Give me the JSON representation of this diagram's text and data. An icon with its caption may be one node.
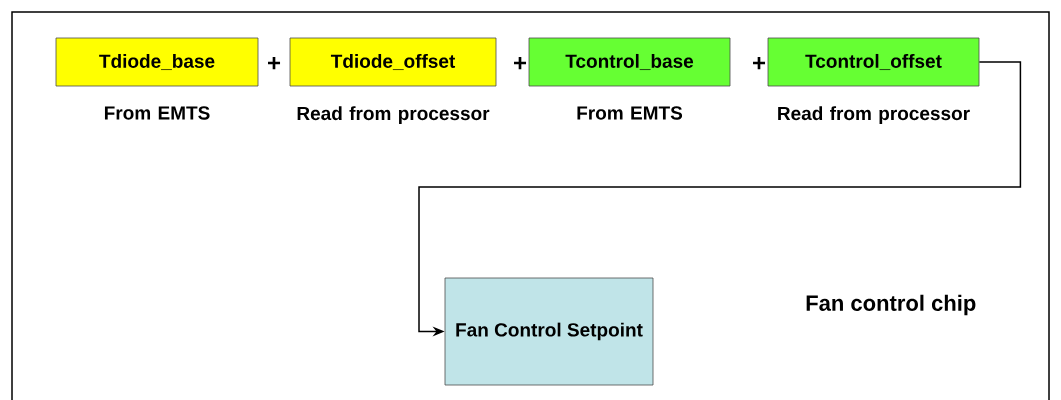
{
  "diagram": {
    "nodes": [
      {
        "text": [
          "Tdiode_base"
        ],
        "beside": [
          "From EMTS"
        ]
      },
      {
        "text": [
          "Tdiode_offset"
        ],
        "beside": [
          "Read from processor"
        ]
      },
      {
        "text": [
          "Tcontrol_base"
        ],
        "beside": [
          "From EMTS"
        ]
      },
      {
        "text": [
          "Tcontrol_offset"
        ],
        "beside": [
          "Read from processor"
        ]
      },
      {
        "text": [
          "Fan Control Setpoint"
        ]
      }
    ],
    "edges": [
      {
        "from": 3,
        "to": 4,
        "arrow": "to"
      }
    ],
    "labels": [
      "+",
      "+",
      "+",
      "Fan control chip"
    ]
  }
}
